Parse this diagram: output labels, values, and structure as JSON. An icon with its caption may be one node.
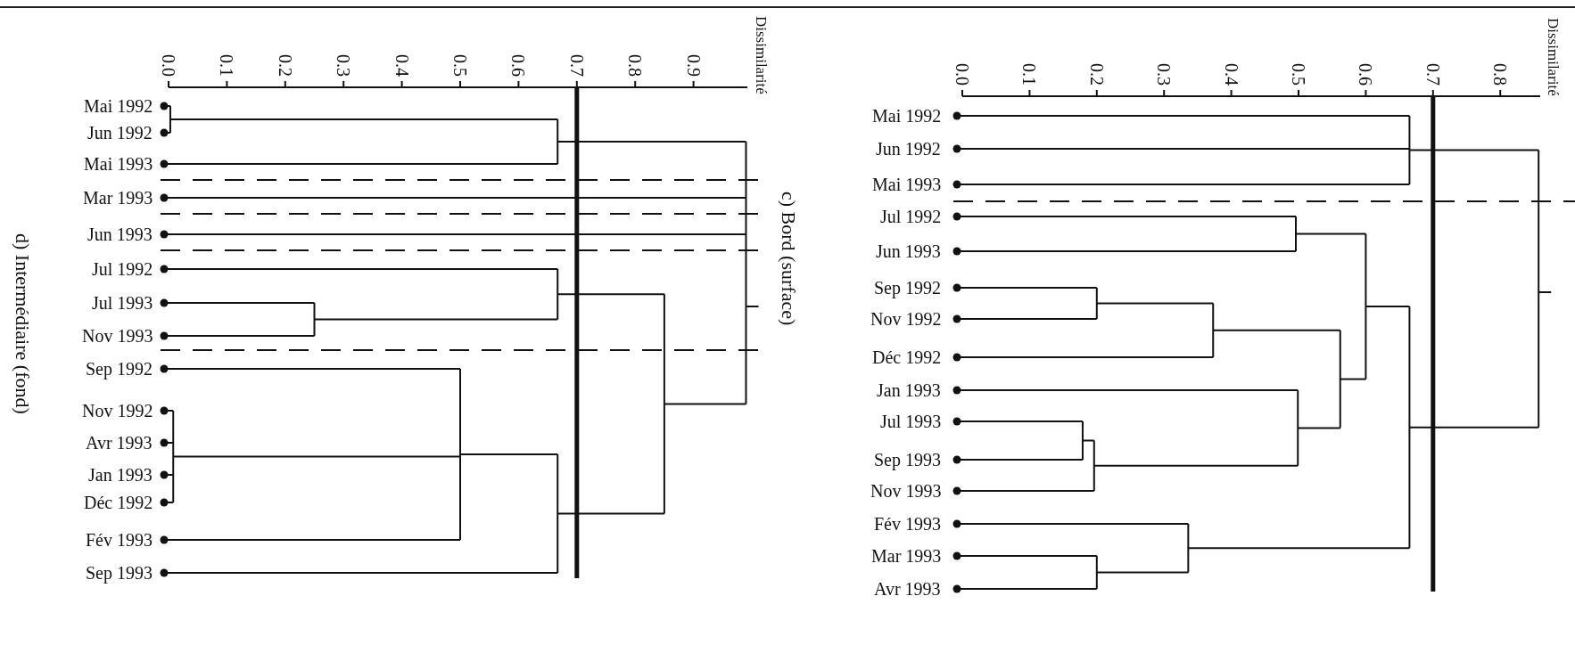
{
  "diagram": {
    "labels": [
      "0.0",
      "0.1",
      "0.2",
      "0.3",
      "0.4",
      "0.5",
      "0.6",
      "0.7",
      "0.8",
      "0.9",
      "Dissimilarité",
      "Mai 1992",
      "Jun 1992",
      "Mai 1993",
      "Mar 1993",
      "Jun 1993",
      "Jul 1992",
      "Jul 1993",
      "Nov 1993",
      "Sep 1992",
      "Nov 1992",
      "Avr 1993",
      "Jan 1993",
      "Déc 1992",
      "Fév 1993",
      "Sep 1993",
      "d) Intermédiaire (fond)",
      "c) Bord (surface)",
      "0.0",
      "0.1",
      "0.2",
      "0.3",
      "0.4",
      "0.5",
      "0.6",
      "0.7",
      "0.8",
      "Dissimilarité",
      "Mai 1992",
      "Jun 1992",
      "Mai 1993",
      "Jul 1992",
      "Jun 1993",
      "Sep 1992",
      "Nov 1992",
      "Déc 1992",
      "Jan 1993",
      "Jul 1993",
      "Sep 1993",
      "Nov 1993",
      "Fév 1993",
      "Mar 1993",
      "Avr 1993"
    ]
  }
}
